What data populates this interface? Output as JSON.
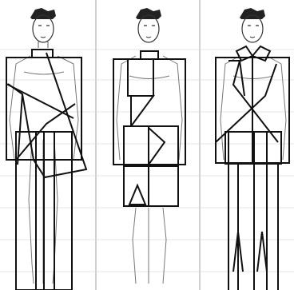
{
  "figure": {
    "panels": [
      {
        "id": "left",
        "overlay": "asymmetric-diagonal-blocks"
      },
      {
        "id": "middle",
        "overlay": "rectangular-blocks-with-triangle"
      },
      {
        "id": "right",
        "overlay": "tailored-jacket-with-spiked-legs"
      }
    ]
  }
}
